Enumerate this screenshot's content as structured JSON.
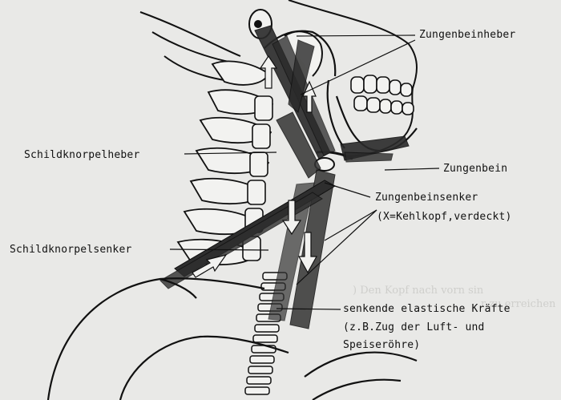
{
  "labels": {
    "zungenbeinheber": "Zungenbeinheber",
    "schildknorpelheber": "Schildknorpelheber",
    "zungenbein": "Zungenbein",
    "zungenbeinsenker": "Zungenbeinsenker",
    "kehlkopf_note": "(X=Kehlkopf,verdeckt)",
    "schildknorpelsenker": "Schildknorpelsenker",
    "senkende_kraefte": "senkende elastische Kräfte",
    "zug_luft": "(z.B.Zug der Luft- und",
    "speiseroehre": "Speiseröhre)"
  },
  "background_text": {
    "line1": ") Den Kopf nach vorn sin",
    "line2": "r zu erreichen"
  },
  "colors": {
    "paper": "#e9e9e7",
    "ink": "#111111",
    "muscle_fill": "#2a2a2a",
    "bone_fill": "#f2f2f0"
  }
}
